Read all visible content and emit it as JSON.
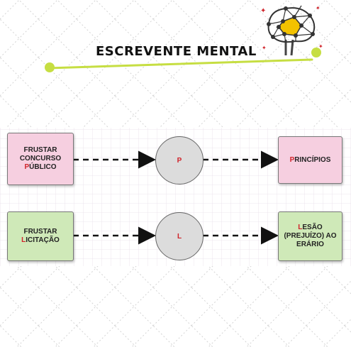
{
  "header": {
    "title": "ESCREVENTE MENTAL",
    "logo_icon": "brain-network-icon"
  },
  "rows": [
    {
      "left": {
        "first": "",
        "lines": [
          "FRUSTAR",
          "CONCURSO"
        ],
        "last_first": "P",
        "last_rest": "ÚBLICO"
      },
      "circle": "P",
      "right": {
        "first": "P",
        "rest": "RINCÍPIOS"
      }
    },
    {
      "left": {
        "line1": "FRUSTAR",
        "first": "L",
        "rest": "ICITAÇÃO"
      },
      "circle": "L",
      "right": {
        "first": "L",
        "rest1": "ESÃO",
        "line2": "(PREJUÍZO) AO",
        "line3": "ERÁRIO"
      }
    }
  ],
  "colors": {
    "pink": "#f6cfe0",
    "green": "#cfe9b8",
    "circle": "#dcdcdc",
    "accent_red": "#d0232a",
    "underline_green": "#c6de42",
    "logo_yellow": "#f3c200"
  }
}
